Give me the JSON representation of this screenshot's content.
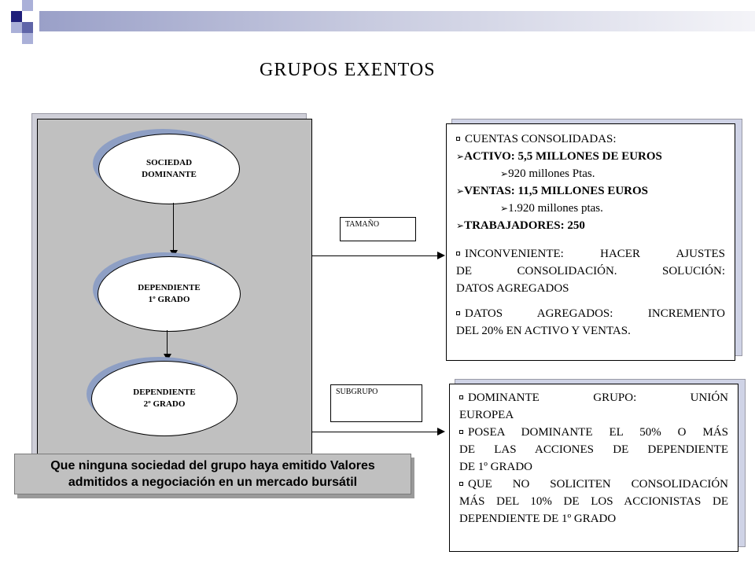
{
  "title": "GRUPOS EXENTOS",
  "colors": {
    "accent_dark": "#1f1f7a",
    "accent_mid": "#5f65a8",
    "accent_light": "#aab0d8",
    "panel_gray": "#c0c0c0"
  },
  "diagram": {
    "nodes": [
      {
        "line1": "SOCIEDAD",
        "line2": "DOMINANTE"
      },
      {
        "line1": "DEPENDIENTE",
        "line2": "1º GRADO"
      },
      {
        "line1": "DEPENDIENTE",
        "line2": "2º GRADO"
      }
    ],
    "labels": {
      "size": "TAMAÑO",
      "subgroup": "SUBGRUPO"
    }
  },
  "box_top": {
    "heading": "CUENTAS CONSOLIDADAS:",
    "activo": "ACTIVO: 5,5 MILLONES DE EUROS",
    "activo_ptas": "920 millones Ptas.",
    "ventas": "VENTAS: 11,5 MILLONES EUROS",
    "ventas_ptas": "1.920 millones ptas.",
    "trabajadores": "TRABAJADORES: 250",
    "inconveniente_1": "INCONVENIENTE: HACER AJUSTES",
    "inconveniente_2": "DE CONSOLIDACIÓN. SOLUCIÓN:",
    "inconveniente_3": "DATOS AGREGADOS",
    "agregados_1": "DATOS AGREGADOS: INCREMENTO",
    "agregados_2": "DEL 20% EN ACTIVO Y VENTAS."
  },
  "box_bottom": {
    "dominante_1": "DOMINANTE GRUPO: UNIÓN",
    "dominante_2": "EUROPEA",
    "posea_1": "POSEA DOMINANTE EL 50% O MÁS",
    "posea_2": "DE LAS ACCIONES DE DEPENDIENTE",
    "posea_3": "DE 1º GRADO",
    "solicite_1": "QUE NO SOLICITEN CONSOLIDACIÓN",
    "solicite_2": "MÁS DEL 10% DE LOS ACCIONISTAS DE",
    "solicite_3": "DEPENDIENTE DE 1º GRADO"
  },
  "banner": {
    "line1": "Que ninguna sociedad del grupo haya emitido Valores",
    "line2": "admitidos a negociación en un mercado bursátil"
  }
}
